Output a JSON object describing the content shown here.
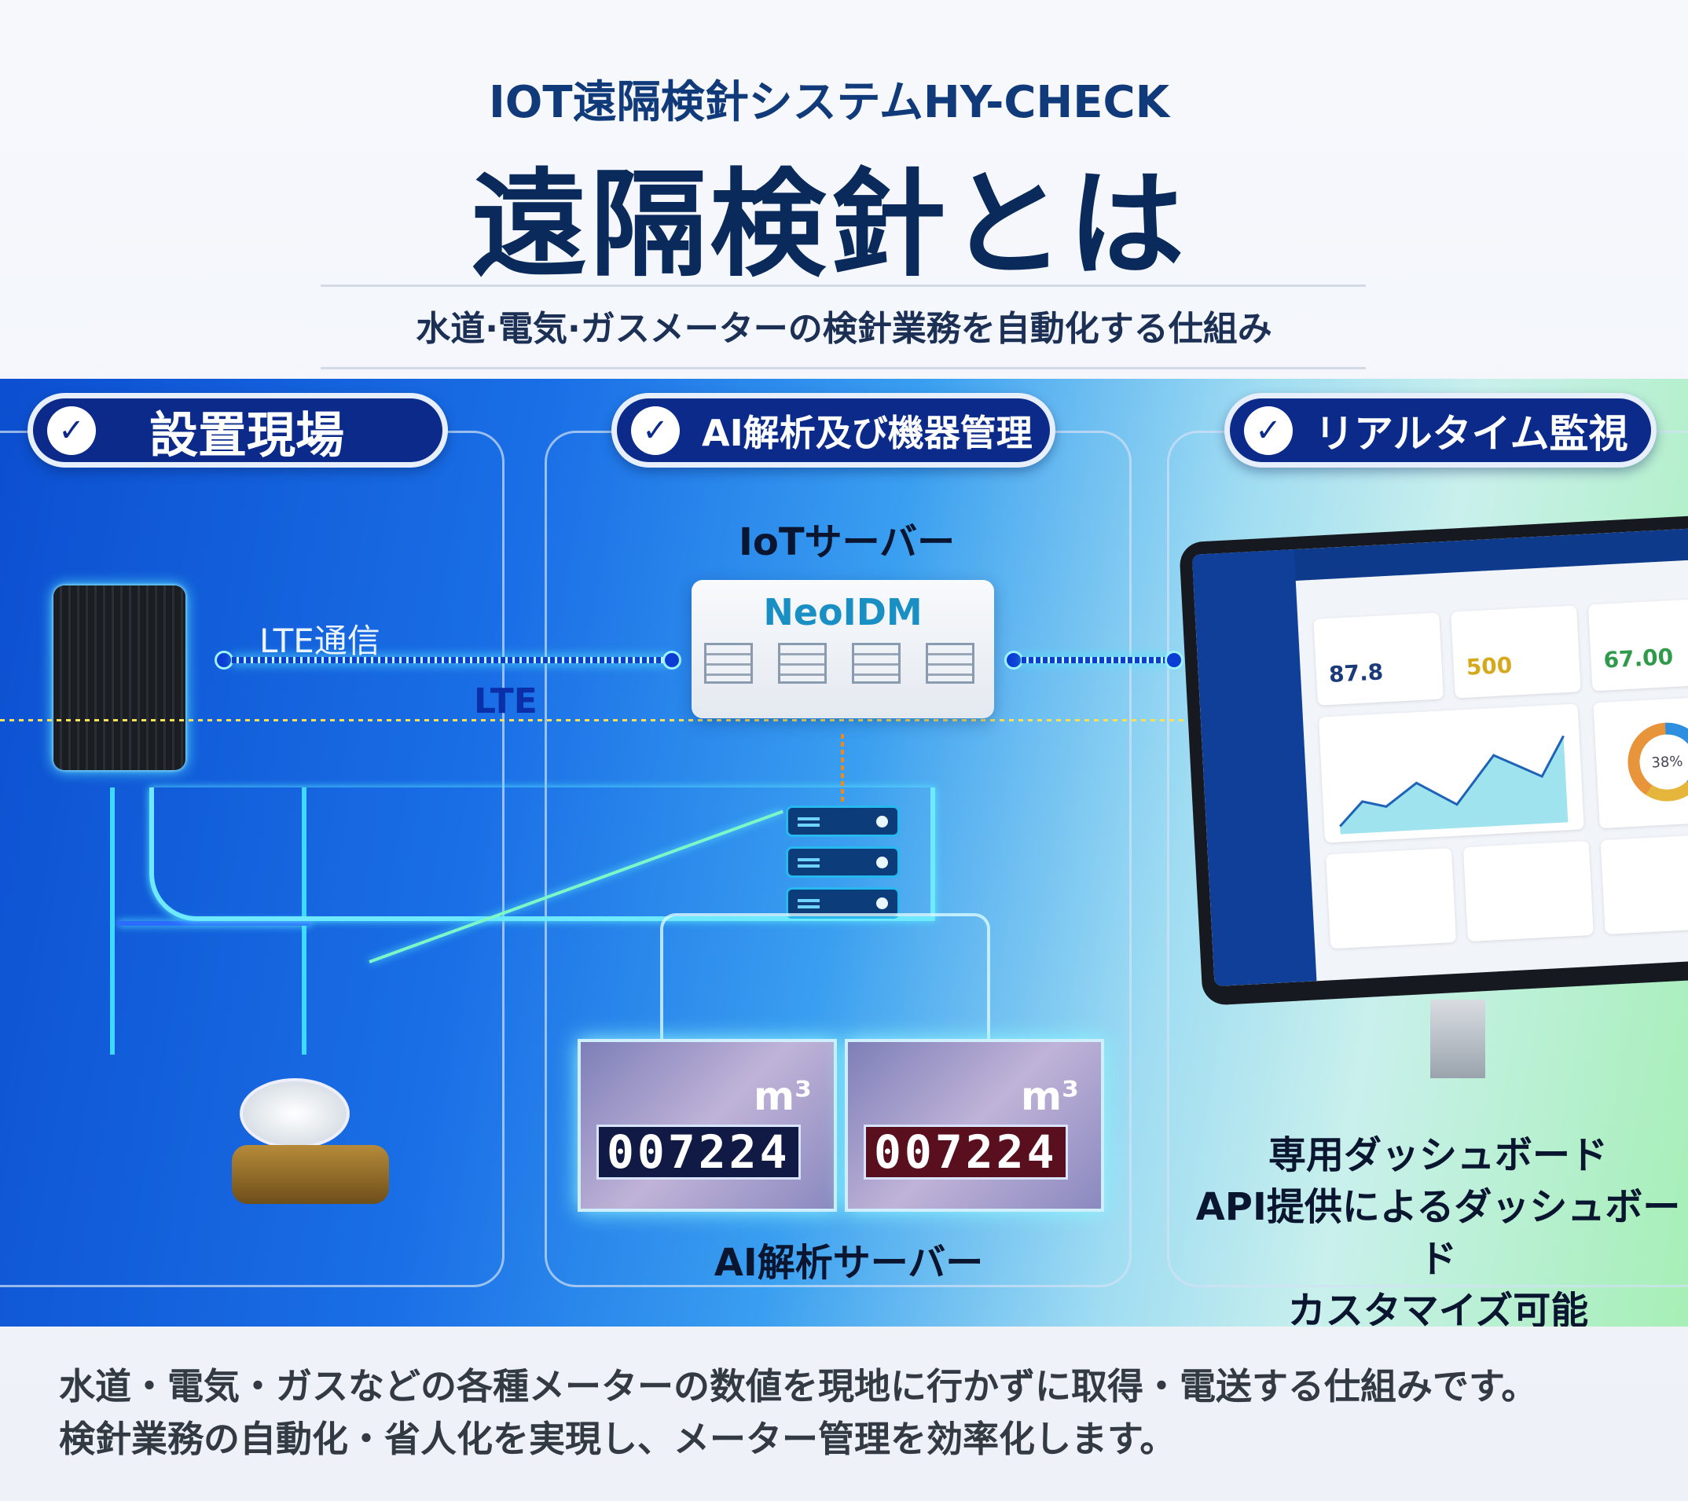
{
  "header": {
    "subtitle": "IOT遠隔検針システムHY-CHECK",
    "title": "遠隔検針とは",
    "tagline": "水道·電気·ガスメーターの検針業務を自動化する仕組み"
  },
  "sections": [
    {
      "label": "設置現場",
      "icon": "check-circle-icon"
    },
    {
      "label": "AI解析及び機器管理",
      "icon": "check-circle-icon"
    },
    {
      "label": "リアルタイム監視",
      "icon": "check-circle-icon"
    }
  ],
  "site": {
    "lte_comm_label": "LTE通信",
    "lte_label": "LTE"
  },
  "iot_server": {
    "label": "IoTサーバー",
    "brand": "NeoIDM"
  },
  "ai_server": {
    "label": "AI解析サーバー",
    "meter_readings": [
      "007224",
      "007224"
    ],
    "unit": "m³"
  },
  "dashboard": {
    "kpis": [
      "87.8",
      "500",
      "67.00"
    ],
    "donut_percent": "38%",
    "caption_lines": [
      "専用ダッシュボード",
      "API提供によるダッシュボード",
      "カスタマイズ可能"
    ]
  },
  "footer": {
    "lines": [
      "水道・電気・ガスなどの各種メーターの数値を現地に行かずに取得・電送する仕組みです。",
      "検針業務の自動化・省人化を実現し、メーター管理を効率化します。"
    ]
  },
  "colors": {
    "navy": "#0b2a8a",
    "accent_cyan": "#59e7ff",
    "title": "#0a2a5c"
  }
}
